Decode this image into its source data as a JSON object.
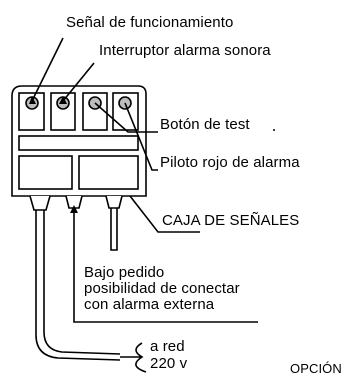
{
  "labels": {
    "signal": "Señal de funcionamiento",
    "switch": "Interruptor alarma sonora",
    "test_button": "Botón de test",
    "red_pilot": "Piloto rojo de alarma",
    "box": "CAJA DE SEÑALES",
    "on_request_1": "Bajo pedido",
    "on_request_2": "posibilidad de conectar",
    "on_request_3": "con alarma externa",
    "mains_1": "a red",
    "mains_2": "220 v",
    "option": "OPCIÓN"
  }
}
